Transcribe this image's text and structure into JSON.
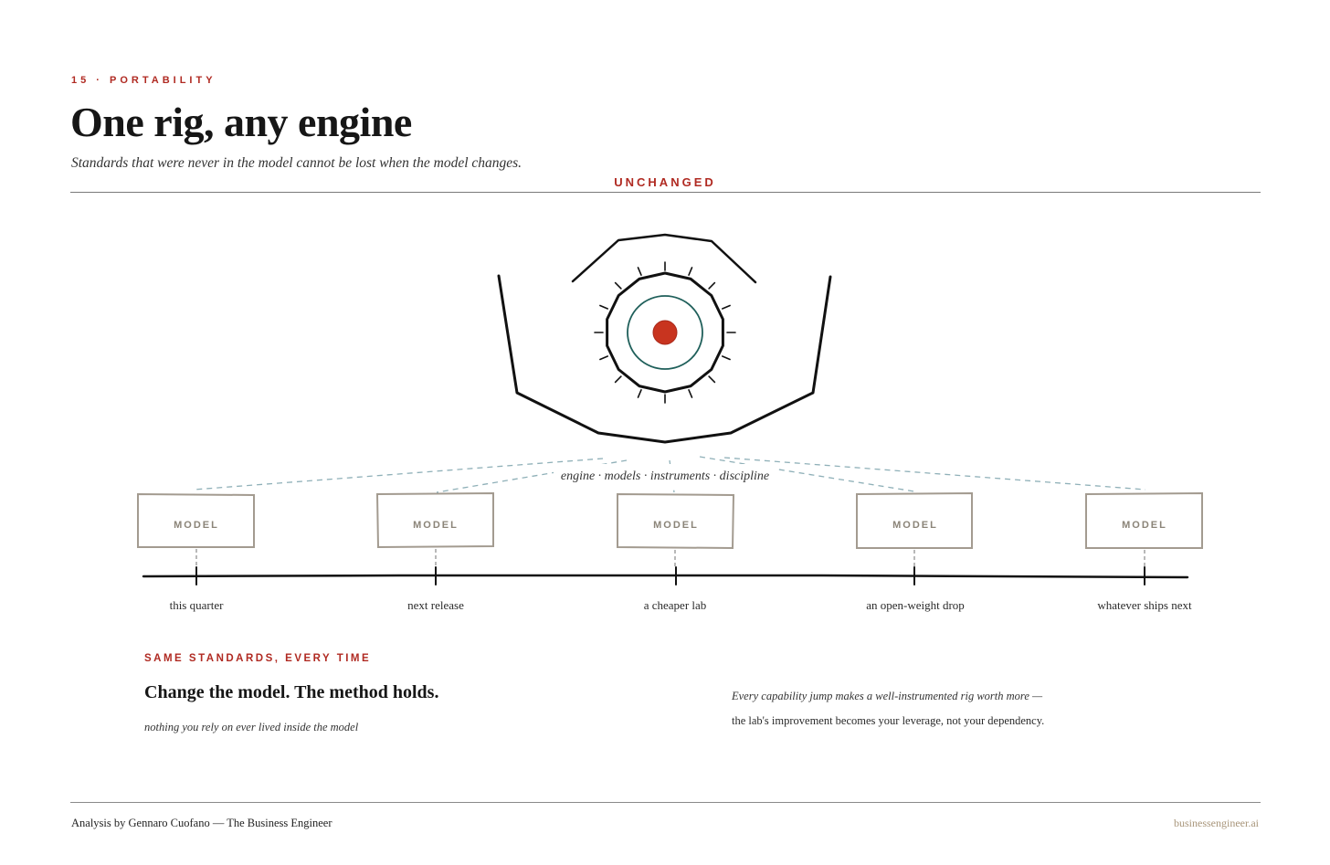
{
  "header": {
    "kicker": "15 · PORTABILITY",
    "title": "One rig, any engine",
    "subtitle": "Standards that were never in the model cannot be lost when the model changes."
  },
  "diagram": {
    "top_label": "UNCHANGED",
    "rig_components": "engine · models · instruments · discipline",
    "models": [
      {
        "label": "MODEL",
        "when": "this quarter"
      },
      {
        "label": "MODEL",
        "when": "next release"
      },
      {
        "label": "MODEL",
        "when": "a cheaper lab"
      },
      {
        "label": "MODEL",
        "when": "an open-weight drop"
      },
      {
        "label": "MODEL",
        "when": "whatever ships next"
      }
    ],
    "colors": {
      "accent": "#b02a22",
      "core": "#c8341f",
      "ring": "#1f5f5a",
      "model_box": "#a39b90",
      "connector": "#8fb0b8"
    }
  },
  "summary": {
    "kicker": "SAME STANDARDS, EVERY TIME",
    "headline": "Change the model. The method holds.",
    "caption": "nothing you rely on ever lived inside the model",
    "quote_line1": "Every capability jump makes a well-instrumented rig worth more —",
    "quote_line2": "the lab's improvement becomes your leverage, not your dependency."
  },
  "footer": {
    "credit": "Analysis by Gennaro Cuofano — The Business Engineer",
    "site": "businessengineer.ai"
  }
}
